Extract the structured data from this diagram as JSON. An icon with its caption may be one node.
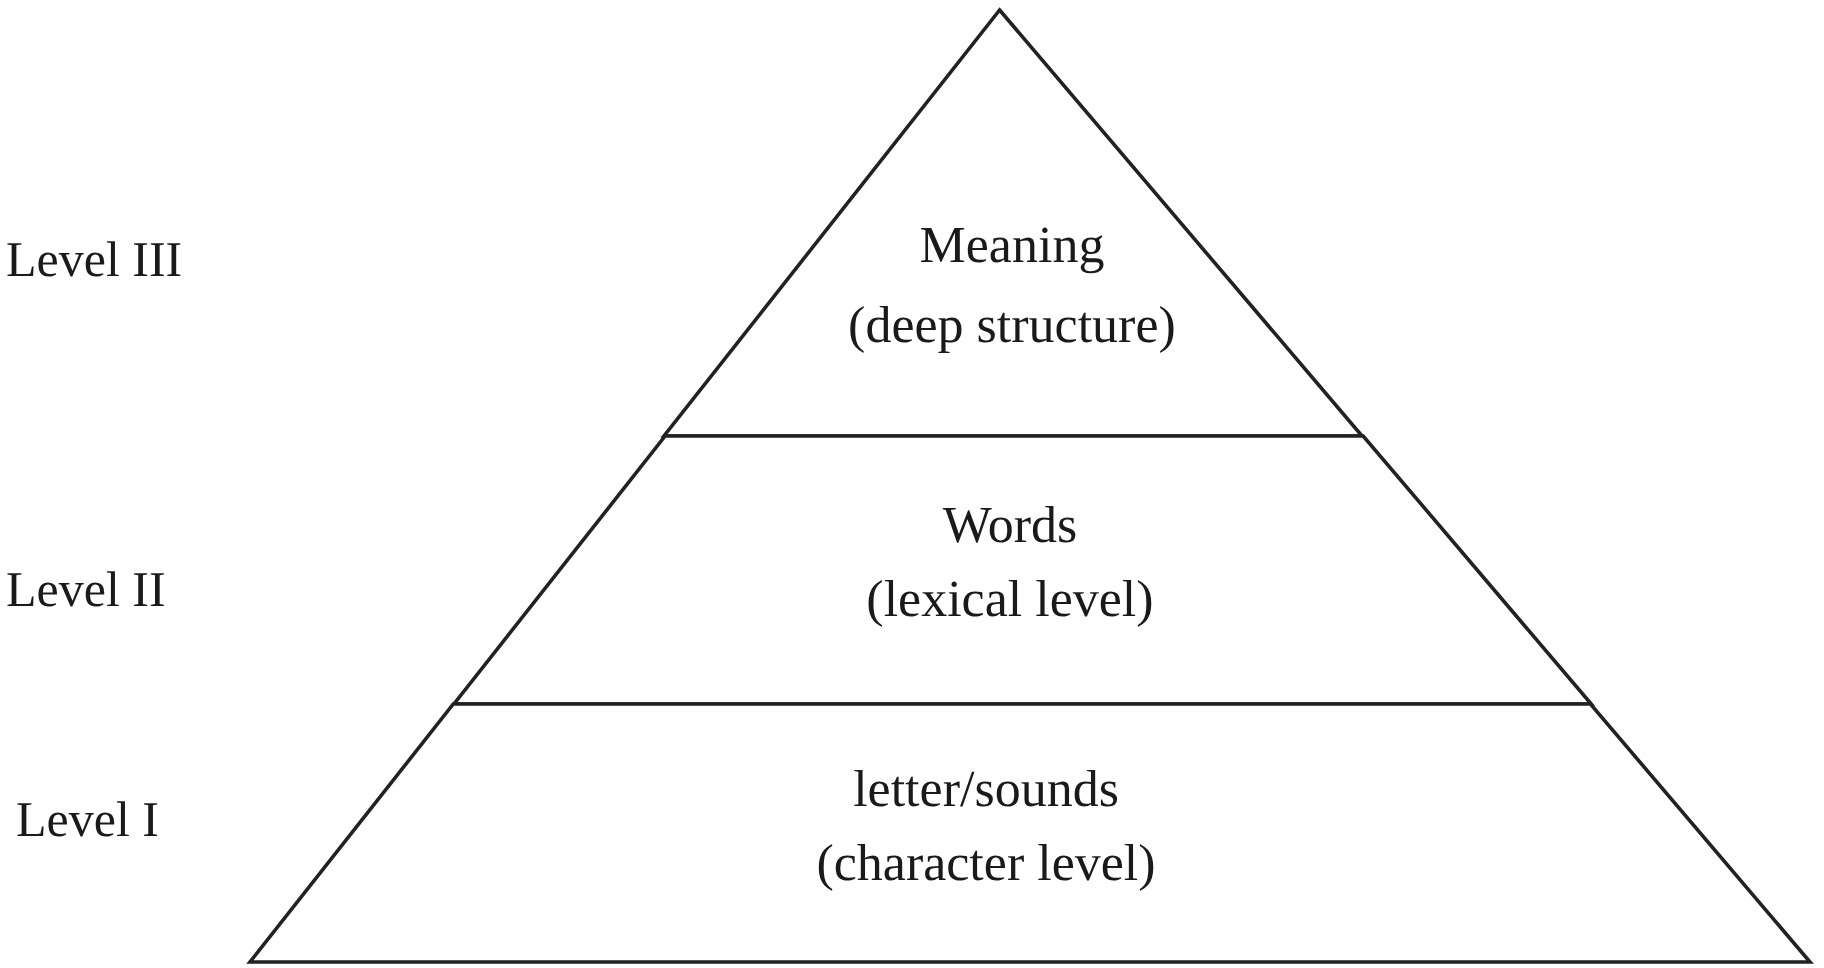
{
  "diagram": {
    "nodes": [
      {
        "text": [
          "Meaning",
          "(deep structure)"
        ]
      },
      {
        "text": [
          "Words",
          "(lexical level)"
        ]
      },
      {
        "text": [
          "letter/sounds",
          "(character level)"
        ]
      }
    ],
    "labels": [
      "Level III",
      "Level II",
      "Level I"
    ]
  }
}
